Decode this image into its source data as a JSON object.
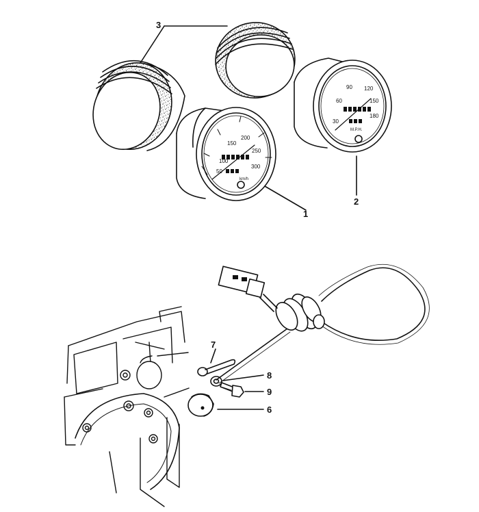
{
  "diagram": {
    "callouts": {
      "c1": "1",
      "c2": "2",
      "c3": "3",
      "c6": "6",
      "c7": "7",
      "c8": "8",
      "c9": "9"
    },
    "speedometer_kmh": {
      "ticks": [
        "50",
        "100",
        "150",
        "200",
        "250",
        "300"
      ],
      "unit": "km/h"
    },
    "speedometer_mph": {
      "ticks": [
        "30",
        "60",
        "90",
        "120",
        "150",
        "180"
      ],
      "unit": "M.P.H."
    },
    "colors": {
      "ink": "#111111",
      "paper": "#ffffff"
    }
  }
}
